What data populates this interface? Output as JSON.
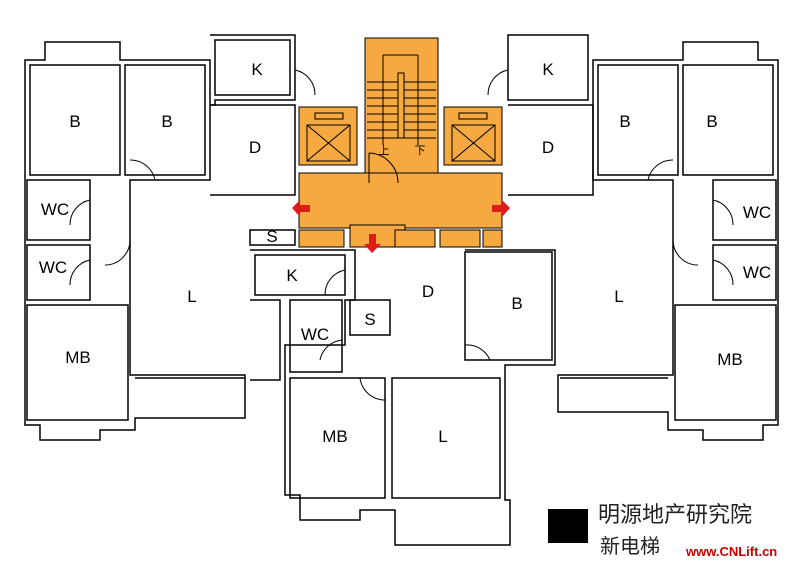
{
  "rooms": [
    {
      "label": "K"
    },
    {
      "label": "K"
    },
    {
      "label": "B"
    },
    {
      "label": "B"
    },
    {
      "label": "B"
    },
    {
      "label": "B"
    },
    {
      "label": "D"
    },
    {
      "label": "D"
    },
    {
      "label": "WC"
    },
    {
      "label": "WC"
    },
    {
      "label": "WC"
    },
    {
      "label": "WC"
    },
    {
      "label": "S"
    },
    {
      "label": "K"
    },
    {
      "label": "D"
    },
    {
      "label": "B"
    },
    {
      "label": "L"
    },
    {
      "label": "L"
    },
    {
      "label": "S"
    },
    {
      "label": "WC"
    },
    {
      "label": "MB"
    },
    {
      "label": "MB"
    },
    {
      "label": "MB"
    },
    {
      "label": "L"
    }
  ],
  "stair": {
    "up": "上",
    "down": "下"
  },
  "watermark": {
    "org": "明源地产研究院",
    "overlay": "新电梯",
    "url": "www.CNLift.cn"
  },
  "colors": {
    "core": "#F7A941",
    "arrow": "#E01B1B",
    "wall": "#000000"
  }
}
